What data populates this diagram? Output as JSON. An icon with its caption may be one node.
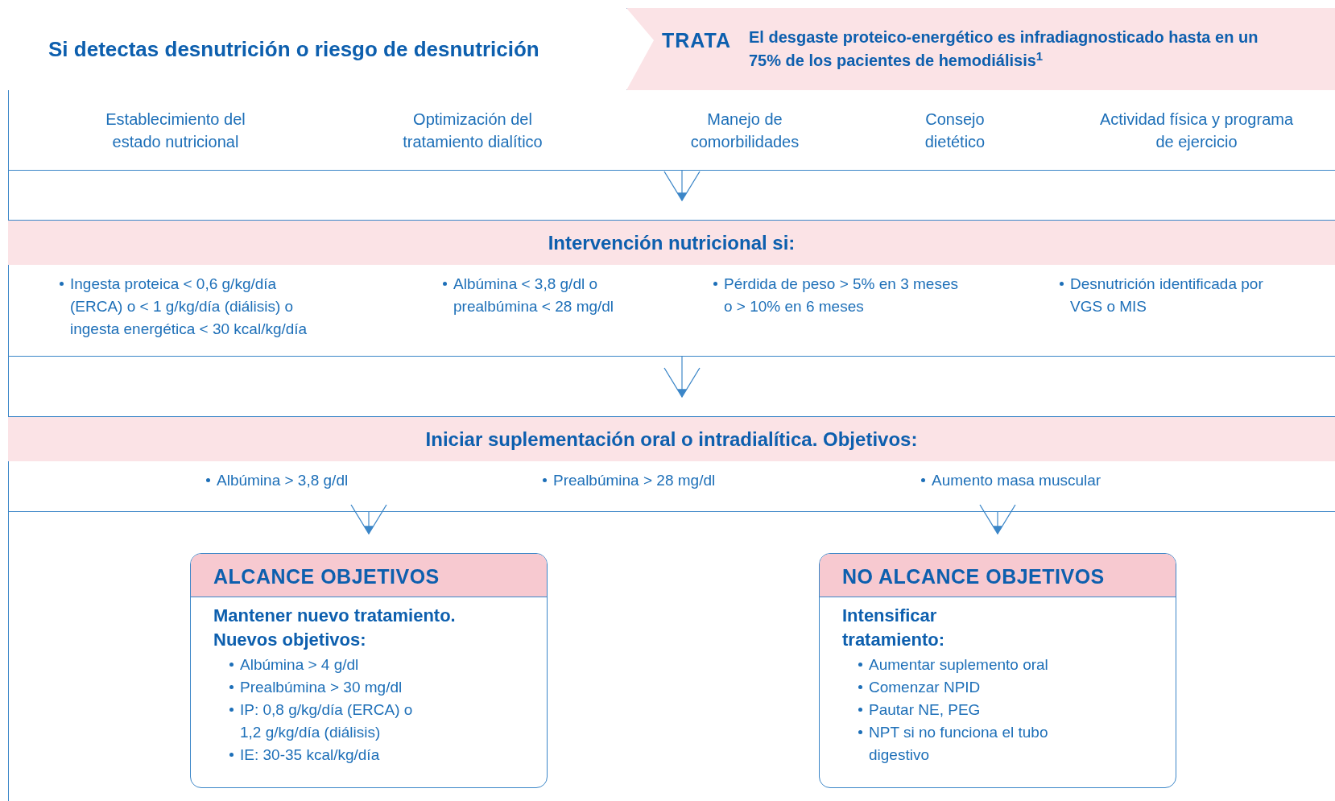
{
  "diagram": {
    "nodes": [
      {
        "text": [
          "Si detectas desnutrición o riesgo de desnutrición"
        ]
      },
      {
        "text": [
          "TRATA",
          "El desgaste proteico-energético es infradiagnosticado hasta en un 75% de los pacientes de hemodiálisis$^{1}$"
        ]
      },
      {
        "text": [],
        "shape": "band"
      },
      {
        "text": [
          "Establecimiento del estado nutricional"
        ],
        "in": 2
      },
      {
        "text": [
          "Optimización del tratamiento dialítico"
        ],
        "in": 2
      },
      {
        "text": [
          "Manejo de comorbilidades"
        ],
        "in": 2
      },
      {
        "text": [
          "Consejo dietético"
        ],
        "in": 2
      },
      {
        "text": [
          "Actividad física y programa de ejercicio"
        ],
        "in": 2
      },
      {
        "text": [
          "Intervención nutricional si:",
          "Ingesta proteica < 0,6 g/kg/día (ERCA) o < 1 g/kg/día (diálisis) o ingesta energética < 30 kcal/kg/día",
          "Albúmina < 3,8 g/dl o prealbúmina < 28 mg/dl",
          "Pérdida de peso > 5% en 3 meses o > 10% en 6 meses",
          "Desnutrición identificada por VGS o MIS"
        ]
      },
      {
        "text": [
          "Iniciar suplementación oral o intradialítica. Objetivos:",
          "Albúmina > 3,8 g/dl",
          "Prealbúmina > 28 mg/dl",
          "Aumento masa muscular"
        ]
      },
      {
        "text": [
          "ALCANCE OBJETIVOS",
          "Mantener nuevo tratamiento.",
          "Nuevos objetivos:",
          "Albúmina > 4 g/dl",
          "Prealbúmina > 30 mg/dl",
          "IP: 0,8 g/kg/día (ERCA) o 1,2 g/kg/día (diálisis)",
          "IE: 30-35 kcal/kg/día"
        ]
      },
      {
        "text": [
          "NO ALCANCE OBJETIVOS",
          "Intensificar tratamiento:",
          "Aumentar suplemento oral",
          "Comenzar NPID",
          "Pautar NE, PEG",
          "NPT si no funciona el tubo digestivo"
        ]
      }
    ],
    "edges": [
      {
        "from": 2,
        "to": 8,
        "arrow": "to"
      },
      {
        "from": 8,
        "to": 9,
        "arrow": "to"
      },
      {
        "from": 9,
        "to": 10,
        "arrow": "to"
      },
      {
        "from": 9,
        "to": 11,
        "arrow": "to"
      }
    ]
  }
}
